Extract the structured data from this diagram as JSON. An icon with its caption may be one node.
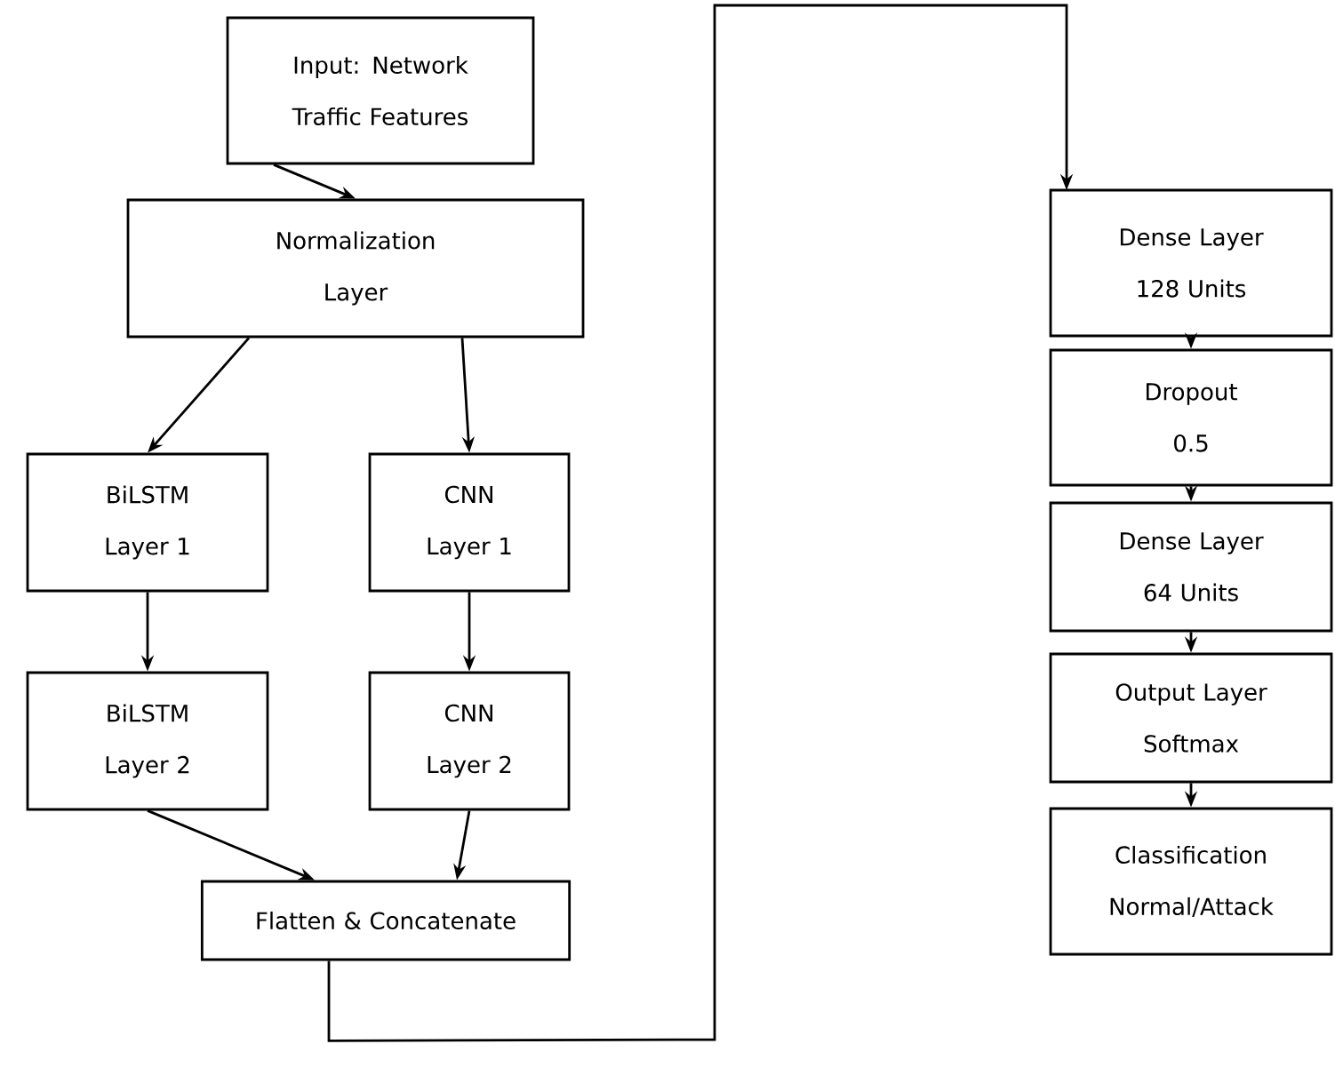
{
  "diagram": {
    "nodes": [
      {
        "text": [
          "Input: Network Traffic Features"
        ]
      },
      {
        "text": [
          "Normalization Layer"
        ]
      },
      {
        "text": [
          "BiLSTM",
          "Layer 1"
        ]
      },
      {
        "text": [
          "CNN",
          "Layer 1"
        ]
      },
      {
        "text": [
          "BiLSTM",
          "Layer 2"
        ]
      },
      {
        "text": [
          "CNN",
          "Layer 2"
        ]
      },
      {
        "text": [
          "Flatten & Concatenate"
        ]
      },
      {
        "text": [
          "Dense Layer",
          "128 Units"
        ]
      },
      {
        "text": [
          "Dropout",
          "0.5"
        ]
      },
      {
        "text": [
          "Dense Layer",
          "64 Units"
        ]
      },
      {
        "text": [
          "Output Layer",
          "Softmax"
        ]
      },
      {
        "text": [
          "Classification",
          "Normal/Attack"
        ]
      }
    ],
    "edges": [
      {
        "from": 0,
        "to": 1,
        "arrow": "to"
      },
      {
        "from": 1,
        "to": 2,
        "arrow": "to"
      },
      {
        "from": 1,
        "to": 3,
        "arrow": "to"
      },
      {
        "from": 2,
        "to": 4,
        "arrow": "to"
      },
      {
        "from": 3,
        "to": 5,
        "arrow": "to"
      },
      {
        "from": 4,
        "to": 6,
        "arrow": "to"
      },
      {
        "from": 5,
        "to": 6,
        "arrow": "to"
      },
      {
        "from": 6,
        "to": 7,
        "arrow": "to"
      },
      {
        "from": 7,
        "to": 8,
        "arrow": "to"
      },
      {
        "from": 8,
        "to": 9,
        "arrow": "to"
      },
      {
        "from": 9,
        "to": 10,
        "arrow": "to"
      },
      {
        "from": 10,
        "to": 11,
        "arrow": "to"
      }
    ]
  }
}
